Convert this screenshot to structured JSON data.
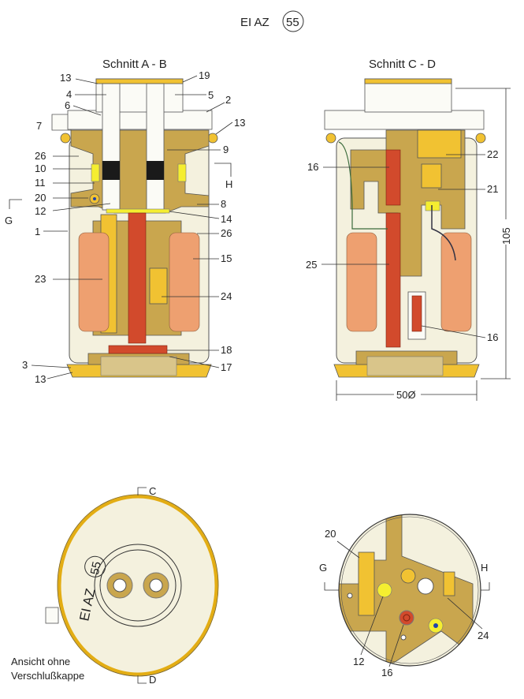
{
  "title": {
    "text": "EI AZ",
    "badge": "55"
  },
  "section_ab": {
    "title": "Schnitt A - B",
    "labels": [
      "13",
      "19",
      "4",
      "5",
      "6",
      "2",
      "7",
      "13",
      "26",
      "9",
      "10",
      "H",
      "11",
      "20",
      "8",
      "12",
      "14",
      "G",
      "1",
      "26",
      "15",
      "23",
      "24",
      "18",
      "17",
      "3",
      "13"
    ]
  },
  "section_cd": {
    "title": "Schnitt C - D",
    "labels": [
      "16",
      "22",
      "21",
      "25",
      "16"
    ],
    "dimension_height": "105",
    "dimension_width": "50Ø"
  },
  "top_view": {
    "marker_top": "C",
    "marker_bottom": "D",
    "caption_line1": "Ansicht ohne",
    "caption_line2": "Verschlußkappe",
    "imprint": "EI AZ",
    "imprint_badge": "55"
  },
  "section_gh": {
    "labels": [
      "20",
      "G",
      "H",
      "12",
      "16",
      "24"
    ]
  },
  "colors": {
    "olive": "#c9a64e",
    "yellow": "#f1c232",
    "cream": "#f4f1de",
    "red": "#d24a2c",
    "salmon": "#eea070"
  }
}
